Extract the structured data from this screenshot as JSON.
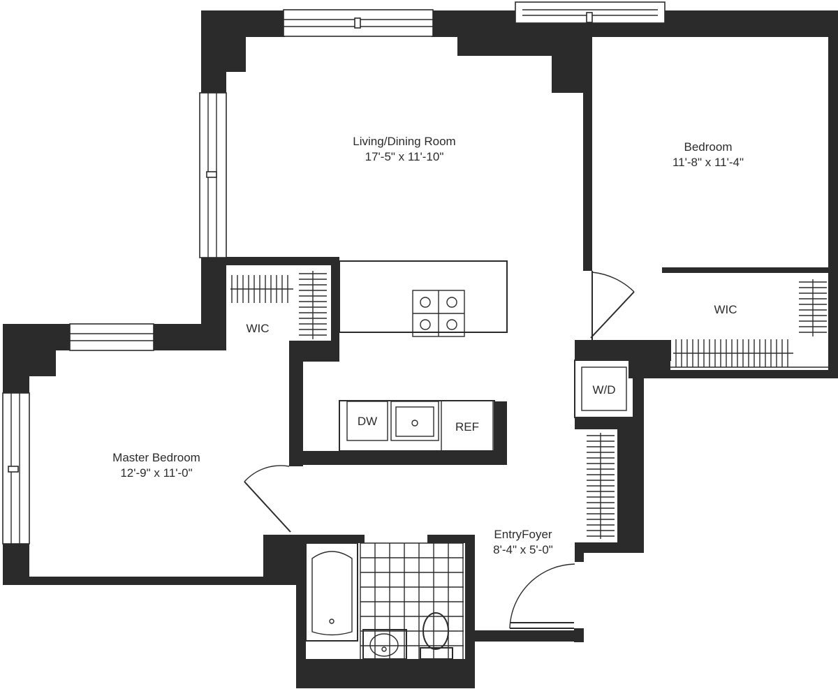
{
  "rooms": {
    "living": {
      "name": "Living/Dining Room",
      "dims": "17'-5\" x 11'-10\""
    },
    "bedroom": {
      "name": "Bedroom",
      "dims": "11'-8\" x 11'-4\""
    },
    "master": {
      "name": "Master Bedroom",
      "dims": "12'-9\" x 11'-0\""
    },
    "foyer": {
      "name": "EntryFoyer",
      "dims": "8'-4\" x 5'-0\""
    }
  },
  "closets": {
    "wic_master": "WIC",
    "wic_bedroom": "WIC"
  },
  "appliances": {
    "dishwasher": "DW",
    "refrigerator": "REF",
    "washer_dryer": "W/D"
  }
}
